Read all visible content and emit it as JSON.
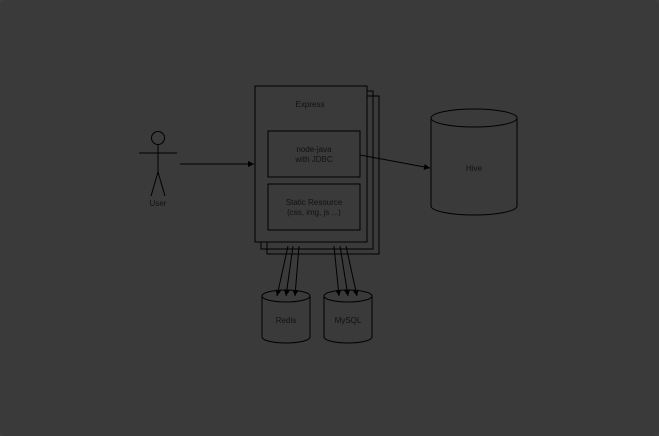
{
  "diagram": {
    "user": {
      "label": "User"
    },
    "express": {
      "title": "Express"
    },
    "node_java": {
      "line1": "node-java",
      "line2": "with JDBC"
    },
    "static_resource": {
      "line1": "Static Resource",
      "line2": "(css, img, js ...)"
    },
    "hive": {
      "label": "Hive"
    },
    "redis": {
      "label": "Redis"
    },
    "mysql": {
      "label": "MySQL"
    }
  },
  "colors": {
    "background": "#3a3a3a",
    "stroke": "#000000",
    "text": "#111111"
  }
}
